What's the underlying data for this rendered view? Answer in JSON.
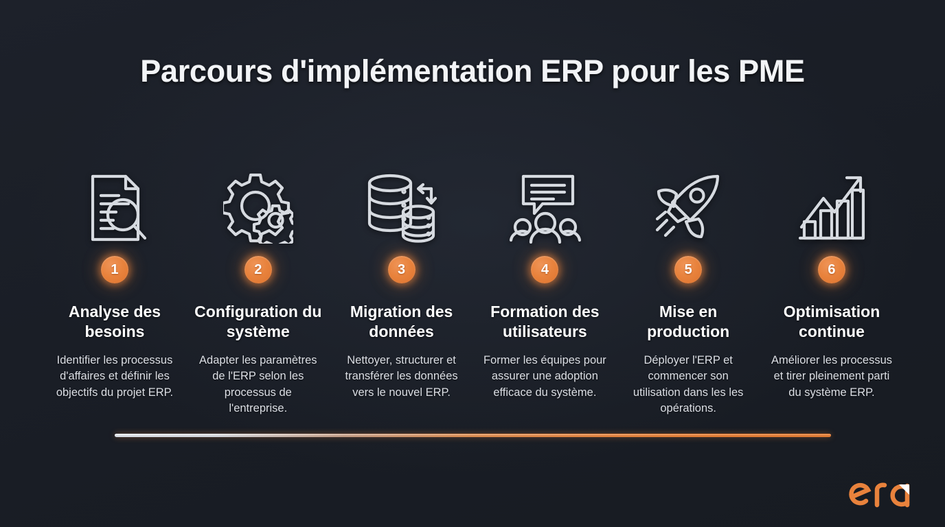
{
  "page": {
    "title": "Parcours d'implémentation ERP pour les PME",
    "background_color": "#1b1f27",
    "accent_color": "#e8823c",
    "text_color": "#ffffff"
  },
  "timeline": {
    "steps": [
      {
        "number": "1",
        "icon": "document-search-icon",
        "title": "Analyse des besoins",
        "description": "Identifier les processus d'affaires et définir les objectifs du projet ERP."
      },
      {
        "number": "2",
        "icon": "gears-icon",
        "title": "Configuration du système",
        "description": "Adapter les paramètres de l'ERP selon les processus de l'entreprise."
      },
      {
        "number": "3",
        "icon": "database-transfer-icon",
        "title": "Migration des données",
        "description": "Nettoyer, structurer et transférer les données vers le nouvel ERP."
      },
      {
        "number": "4",
        "icon": "users-chat-icon",
        "title": "Formation des utilisateurs",
        "description": "Former les équipes pour assurer une adoption efficace du système."
      },
      {
        "number": "5",
        "icon": "rocket-icon",
        "title": "Mise en production",
        "description": "Déployer l'ERP et commencer son utilisation dans les les opérations."
      },
      {
        "number": "6",
        "icon": "growth-chart-icon",
        "title": "Optimisation continue",
        "description": "Améliorer les processus et tirer pleinement parti du système ERP."
      }
    ]
  },
  "logo": {
    "name": "era",
    "color": "#e8823c"
  }
}
